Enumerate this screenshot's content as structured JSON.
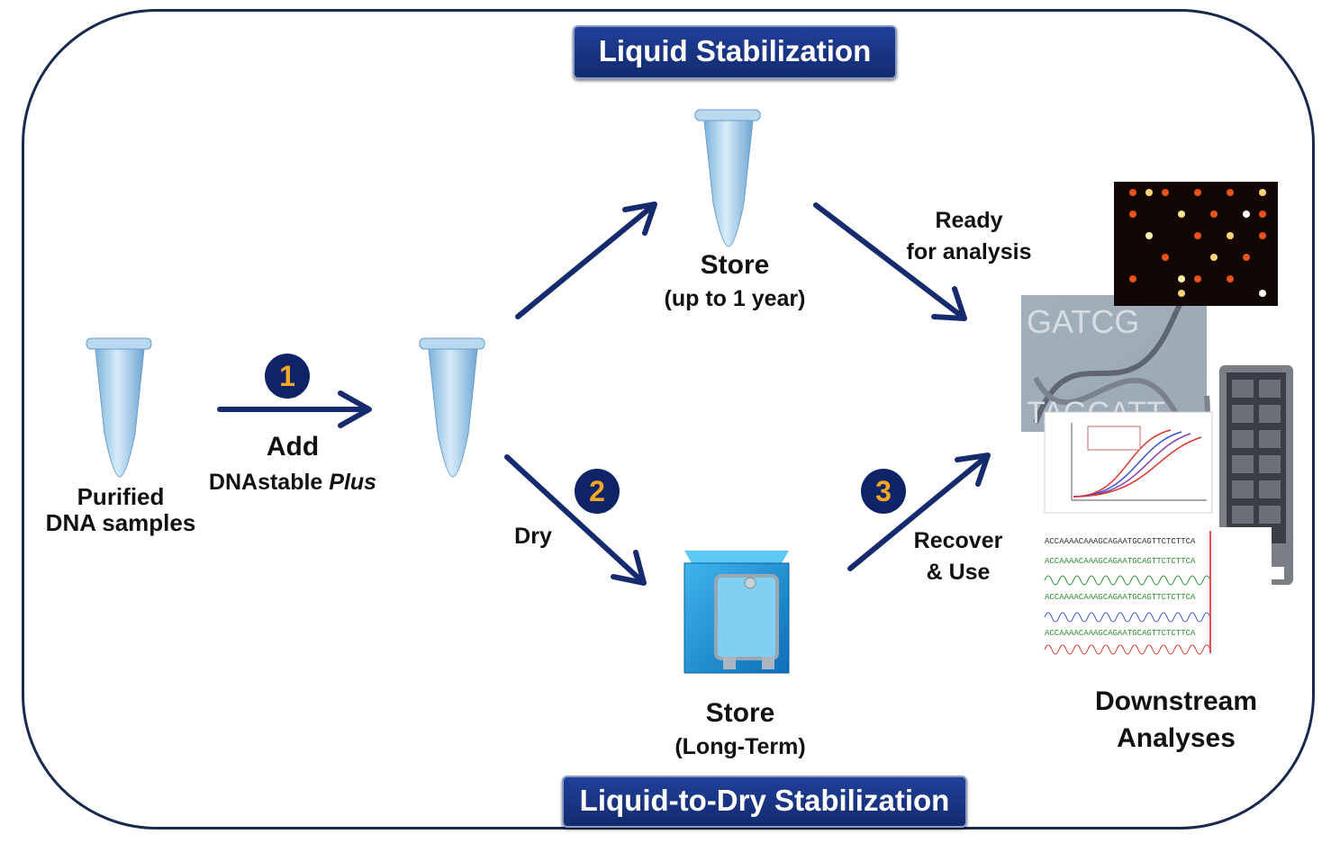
{
  "banners": {
    "top": "Liquid Stabilization",
    "bottom": "Liquid-to-Dry Stabilization"
  },
  "steps": {
    "one": "1",
    "two": "2",
    "three": "3"
  },
  "labels": {
    "purified": [
      "Purified",
      "DNA samples"
    ],
    "add": "Add",
    "dnastable": "DNAstable ",
    "plus": "Plus",
    "store_top": "Store",
    "store_top_sub": "(up to 1 year)",
    "ready": [
      "Ready",
      "for analysis"
    ],
    "dry": "Dry",
    "store_bottom": "Store",
    "store_bottom_sub": "(Long-Term)",
    "recover": [
      "Recover",
      "&  Use"
    ],
    "downstream": [
      "Downstream",
      "Analyses"
    ]
  },
  "colors": {
    "arrow": "#162b6e",
    "banner": "#1b3a8c",
    "badge_text": "#f5a623",
    "tube": "#9cc7e6"
  },
  "icons": [
    "tube-icon",
    "desiccator-box-icon",
    "microarray-image",
    "dna-helix-image",
    "qpcr-plot-image",
    "sequencing-trace-image",
    "chip-image"
  ]
}
